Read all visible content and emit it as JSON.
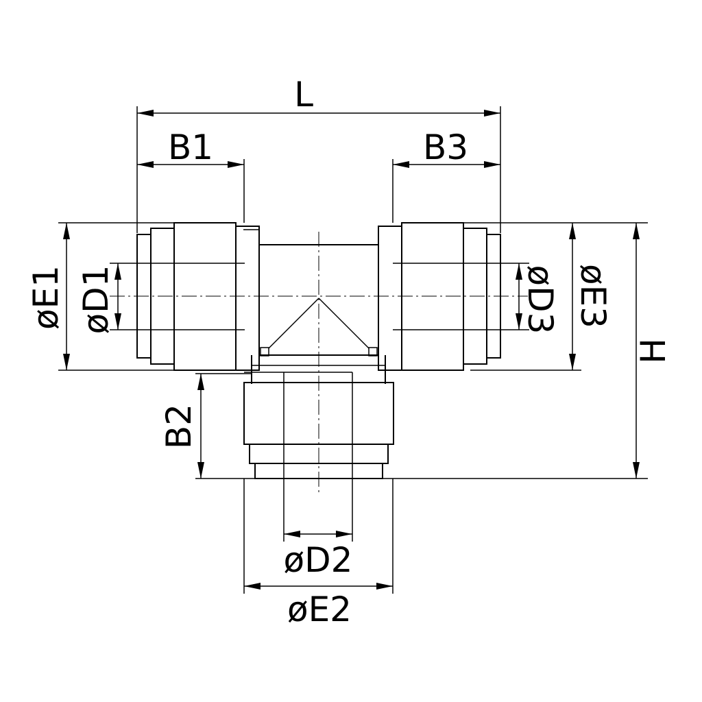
{
  "drawing": {
    "labels": {
      "L": "L",
      "B1": "B1",
      "B3": "B3",
      "B2": "B2",
      "H": "H",
      "E1": "øE1",
      "D1": "øD1",
      "D3": "øD3",
      "E3": "øE3",
      "D2": "øD2",
      "E2": "øE2"
    },
    "colors": {
      "line": "#000000",
      "background": "#ffffff"
    }
  }
}
